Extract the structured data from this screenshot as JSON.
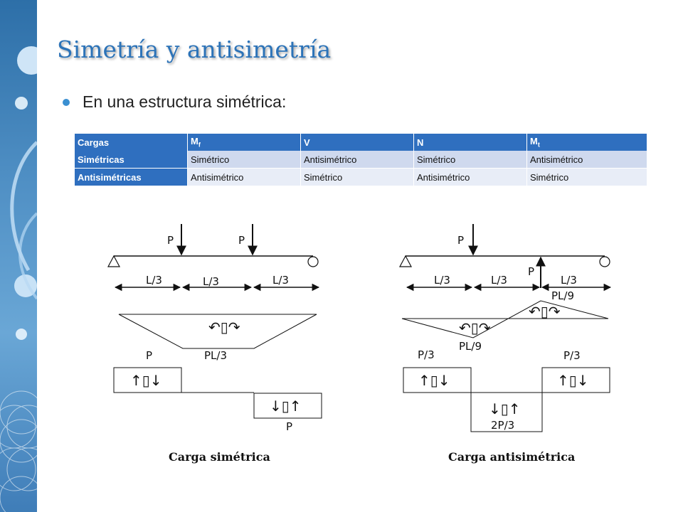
{
  "slide": {
    "title": "Simetría y antisimetría",
    "bullet": "En una estructura simétrica:"
  },
  "table": {
    "headers": [
      "Cargas",
      "M",
      "V",
      "N",
      "M"
    ],
    "header_subscripts": [
      "",
      "f",
      "",
      "",
      "t"
    ],
    "rows": [
      [
        "Simétricas",
        "Simétrico",
        "Antisimétrico",
        "Simétrico",
        "Antisimétrico"
      ],
      [
        "Antisimétricas",
        "Antisimétrico",
        "Simétrico",
        "Antisimétrico",
        "Simétrico"
      ]
    ]
  },
  "left_diagram": {
    "load_labels": [
      "P",
      "P"
    ],
    "span_labels": [
      "L/3",
      "L/3",
      "L/3"
    ],
    "moment_label": "PL/3",
    "shear_top_label": "P",
    "shear_bottom_label": "P",
    "caption": "Carga simétrica"
  },
  "right_diagram": {
    "load_down_label": "P",
    "load_up_label": "P",
    "span_labels": [
      "L/3",
      "L/3",
      "L/3"
    ],
    "moment_top_label": "PL/9",
    "moment_bottom_label": "PL/9",
    "shear_left_label": "P/3",
    "shear_right_label": "P/3",
    "shear_mid_label": "2P/3",
    "caption": "Carga  antisimétrica"
  },
  "icons": {
    "moment_symbol": "curl-pair-icon",
    "shear_symbol": "shear-arrows-icon"
  },
  "colors": {
    "title": "#2c73b8",
    "table_header": "#2f6fbf",
    "table_row_a": "#cfd9ee",
    "table_row_b": "#e8edf7"
  }
}
